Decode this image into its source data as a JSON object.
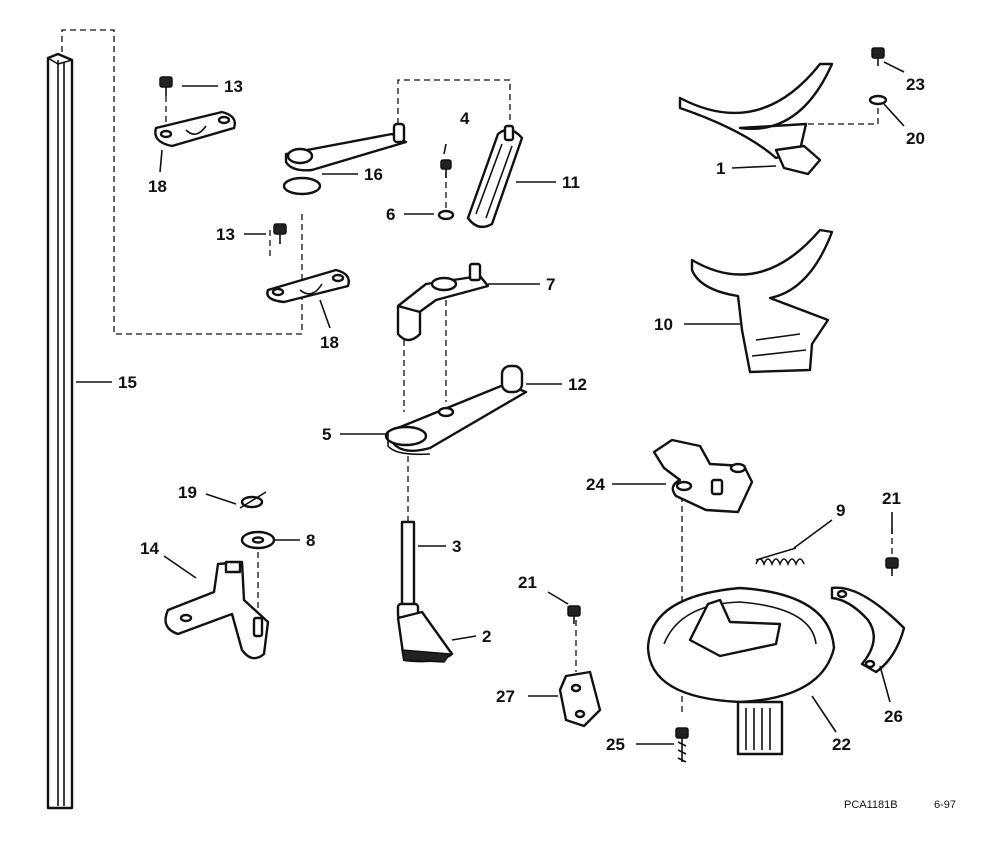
{
  "diagram": {
    "callouts": {
      "c1": "1",
      "c2": "2",
      "c3": "3",
      "c4": "4",
      "c5": "5",
      "c6": "6",
      "c7": "7",
      "c8": "8",
      "c9": "9",
      "c10": "10",
      "c11": "11",
      "c12": "12",
      "c13a": "13",
      "c13b": "13",
      "c14": "14",
      "c15": "15",
      "c16": "16",
      "c18a": "18",
      "c18b": "18",
      "c19": "19",
      "c20": "20",
      "c21a": "21",
      "c21b": "21",
      "c22": "22",
      "c23": "23",
      "c24": "24",
      "c25": "25",
      "c26": "26",
      "c27": "27"
    },
    "footer": {
      "code": "PCA1181B",
      "date": "6-97"
    }
  }
}
